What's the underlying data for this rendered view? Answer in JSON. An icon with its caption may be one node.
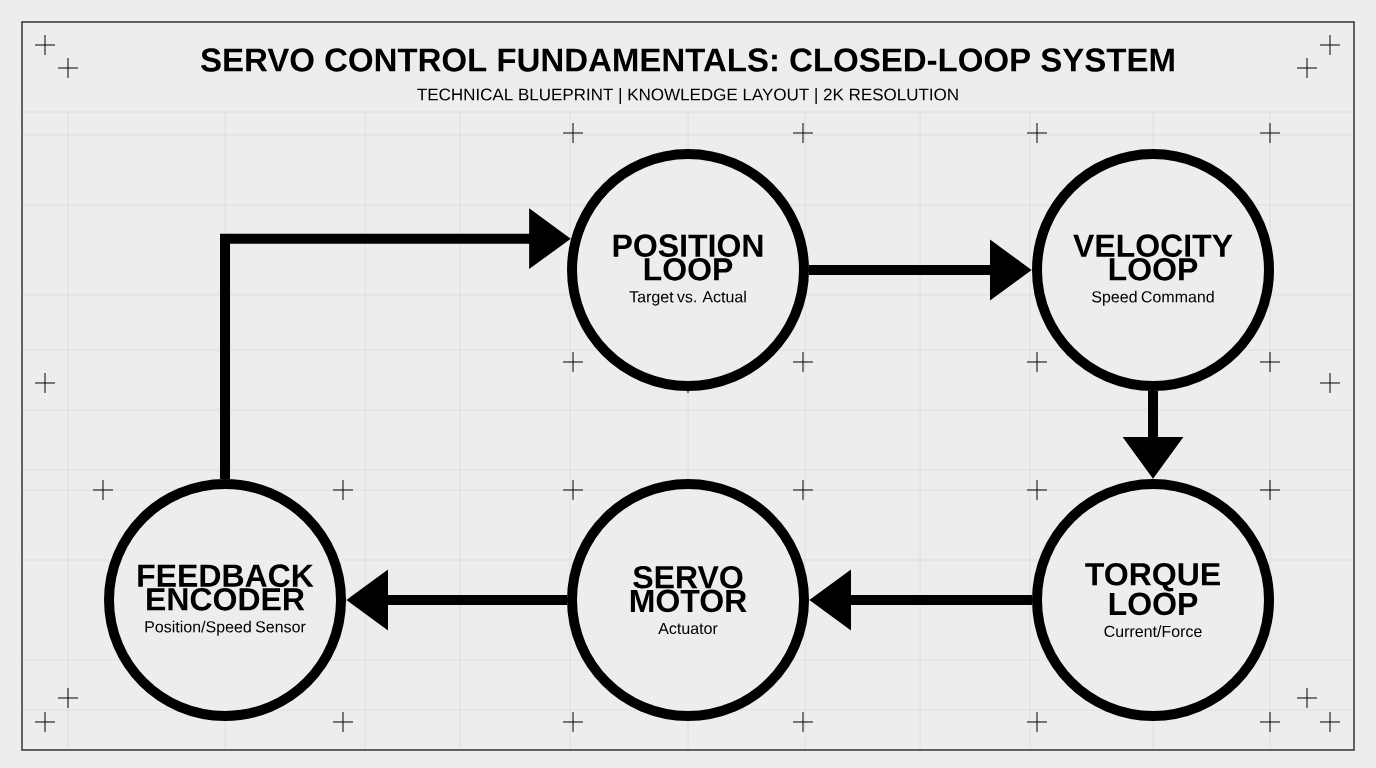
{
  "diagram": {
    "title": "SERVO CONTROL FUNDAMENTALS: CLOSED-LOOP SYSTEM",
    "nodes": [
      {
        "text": [
          "POSITION LOOP",
          "Target vs. Actual"
        ]
      },
      {
        "text": [
          "VELOCITY LOOP",
          "Speed Command"
        ]
      },
      {
        "text": [
          "TORQUE LOOP",
          "Current/Force"
        ]
      },
      {
        "text": [
          "SERVO MOTOR",
          "Actuator"
        ]
      },
      {
        "text": [
          "FEEDBACK ENCODER",
          "Position/Speed Sensor"
        ]
      }
    ],
    "edges": [
      {
        "from": 4,
        "to": 0,
        "arrow": "to"
      },
      {
        "from": 0,
        "to": 1,
        "arrow": "to"
      },
      {
        "from": 1,
        "to": 2,
        "arrow": "to"
      },
      {
        "from": 2,
        "to": 3,
        "arrow": "to"
      },
      {
        "from": 3,
        "to": 4,
        "arrow": "to"
      }
    ],
    "labels": [
      "TECHNICAL BLUEPRINT | KNOWLEDGE LAYOUT | 2K RESOLUTION"
    ]
  }
}
